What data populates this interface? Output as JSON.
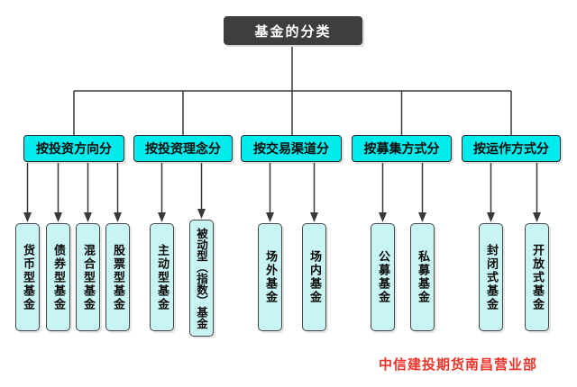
{
  "title": "基金的分类",
  "branches": [
    {
      "label": "按投资方向分",
      "children": [
        "货币型基金",
        "债券型基金",
        "混合型基金",
        "股票型基金"
      ]
    },
    {
      "label": "按投资理念分",
      "children": [
        "主动型基金",
        "被动型（指数）基金"
      ]
    },
    {
      "label": "按交易渠道分",
      "children": [
        "场外基金",
        "场内基金"
      ]
    },
    {
      "label": "按募集方式分",
      "children": [
        "公募基金",
        "私募基金"
      ]
    },
    {
      "label": "按运作方式分",
      "children": [
        "封闭式基金",
        "开放式基金"
      ]
    }
  ],
  "watermark": "中信建投期货南昌营业部",
  "colors": {
    "root_bg": "#3e3e3e",
    "root_text": "#ffffff",
    "branch_bg": "#00ebeb",
    "child_bg": "#c9f4f4",
    "border": "#1f2b2b",
    "line": "#383838",
    "watermark": "#e8352b"
  }
}
